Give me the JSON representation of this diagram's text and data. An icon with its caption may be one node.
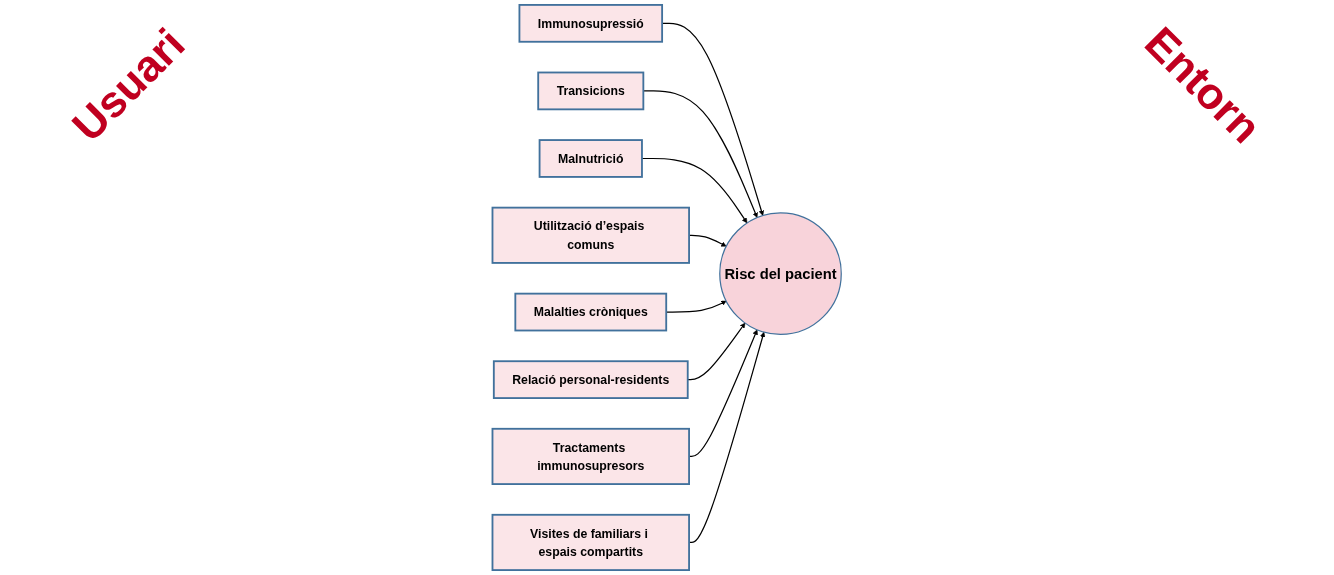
{
  "diagram": {
    "nodes": [
      {
        "text": [
          "Immunosupressió"
        ]
      },
      {
        "text": [
          "Transicions"
        ]
      },
      {
        "text": [
          "Malnutrició"
        ]
      },
      {
        "text": [
          "Utilització d’espais comuns"
        ]
      },
      {
        "text": [
          "Malalties cròniques"
        ]
      },
      {
        "text": [
          "Risc del pacient"
        ]
      },
      {
        "text": [
          "Relació personal-residents"
        ]
      },
      {
        "text": [
          "Tractaments immunosupresors"
        ]
      },
      {
        "text": [
          "Visites de familiars i espais compartits"
        ]
      }
    ],
    "edges": [
      {
        "from": 0,
        "to": 5,
        "arrow": "to"
      },
      {
        "from": 1,
        "to": 5,
        "arrow": "to"
      },
      {
        "from": 2,
        "to": 5,
        "arrow": "to"
      },
      {
        "from": 3,
        "to": 5,
        "arrow": "to"
      },
      {
        "from": 4,
        "to": 5,
        "arrow": "to"
      },
      {
        "from": 6,
        "to": 5,
        "arrow": "to"
      },
      {
        "from": 7,
        "to": 5,
        "arrow": "to"
      },
      {
        "from": 8,
        "to": 5,
        "arrow": "to"
      }
    ],
    "labels": [
      "Usuari",
      "Entorn"
    ]
  }
}
